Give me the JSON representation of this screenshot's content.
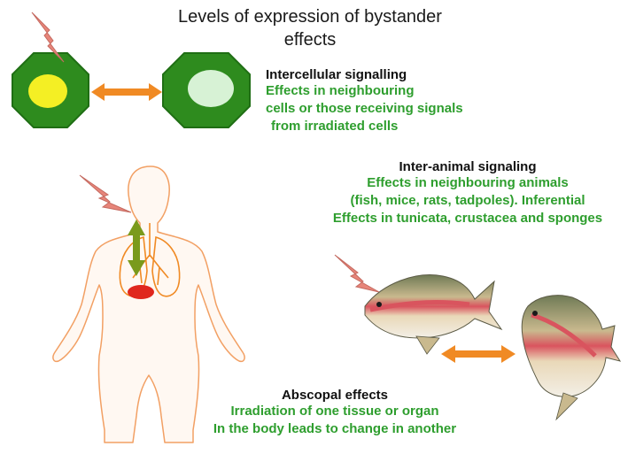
{
  "title_line1": "Levels of expression of bystander",
  "title_line2": "effects",
  "intercellular": {
    "heading": "Intercellular signalling",
    "lines": [
      "Effects in neighbouring",
      "cells or those receiving signals",
      "from irradiated cells"
    ]
  },
  "inter_animal": {
    "heading": "Inter-animal signaling",
    "lines": [
      "Effects in neighbouring animals",
      "(fish, mice, rats, tadpoles). Inferential",
      "Effects in tunicata, crustacea and sponges"
    ]
  },
  "abscopal": {
    "heading": "Abscopal effects",
    "lines": [
      "Irradiation of one tissue or organ",
      "In the body leads to change in another"
    ]
  },
  "colors": {
    "cell": "#2e8b1e",
    "arrow": "#f08a24",
    "text_green": "#2e9e2e",
    "lightning": "#e7857a",
    "body_outline": "#f2a064",
    "organ": "#e0271e"
  }
}
